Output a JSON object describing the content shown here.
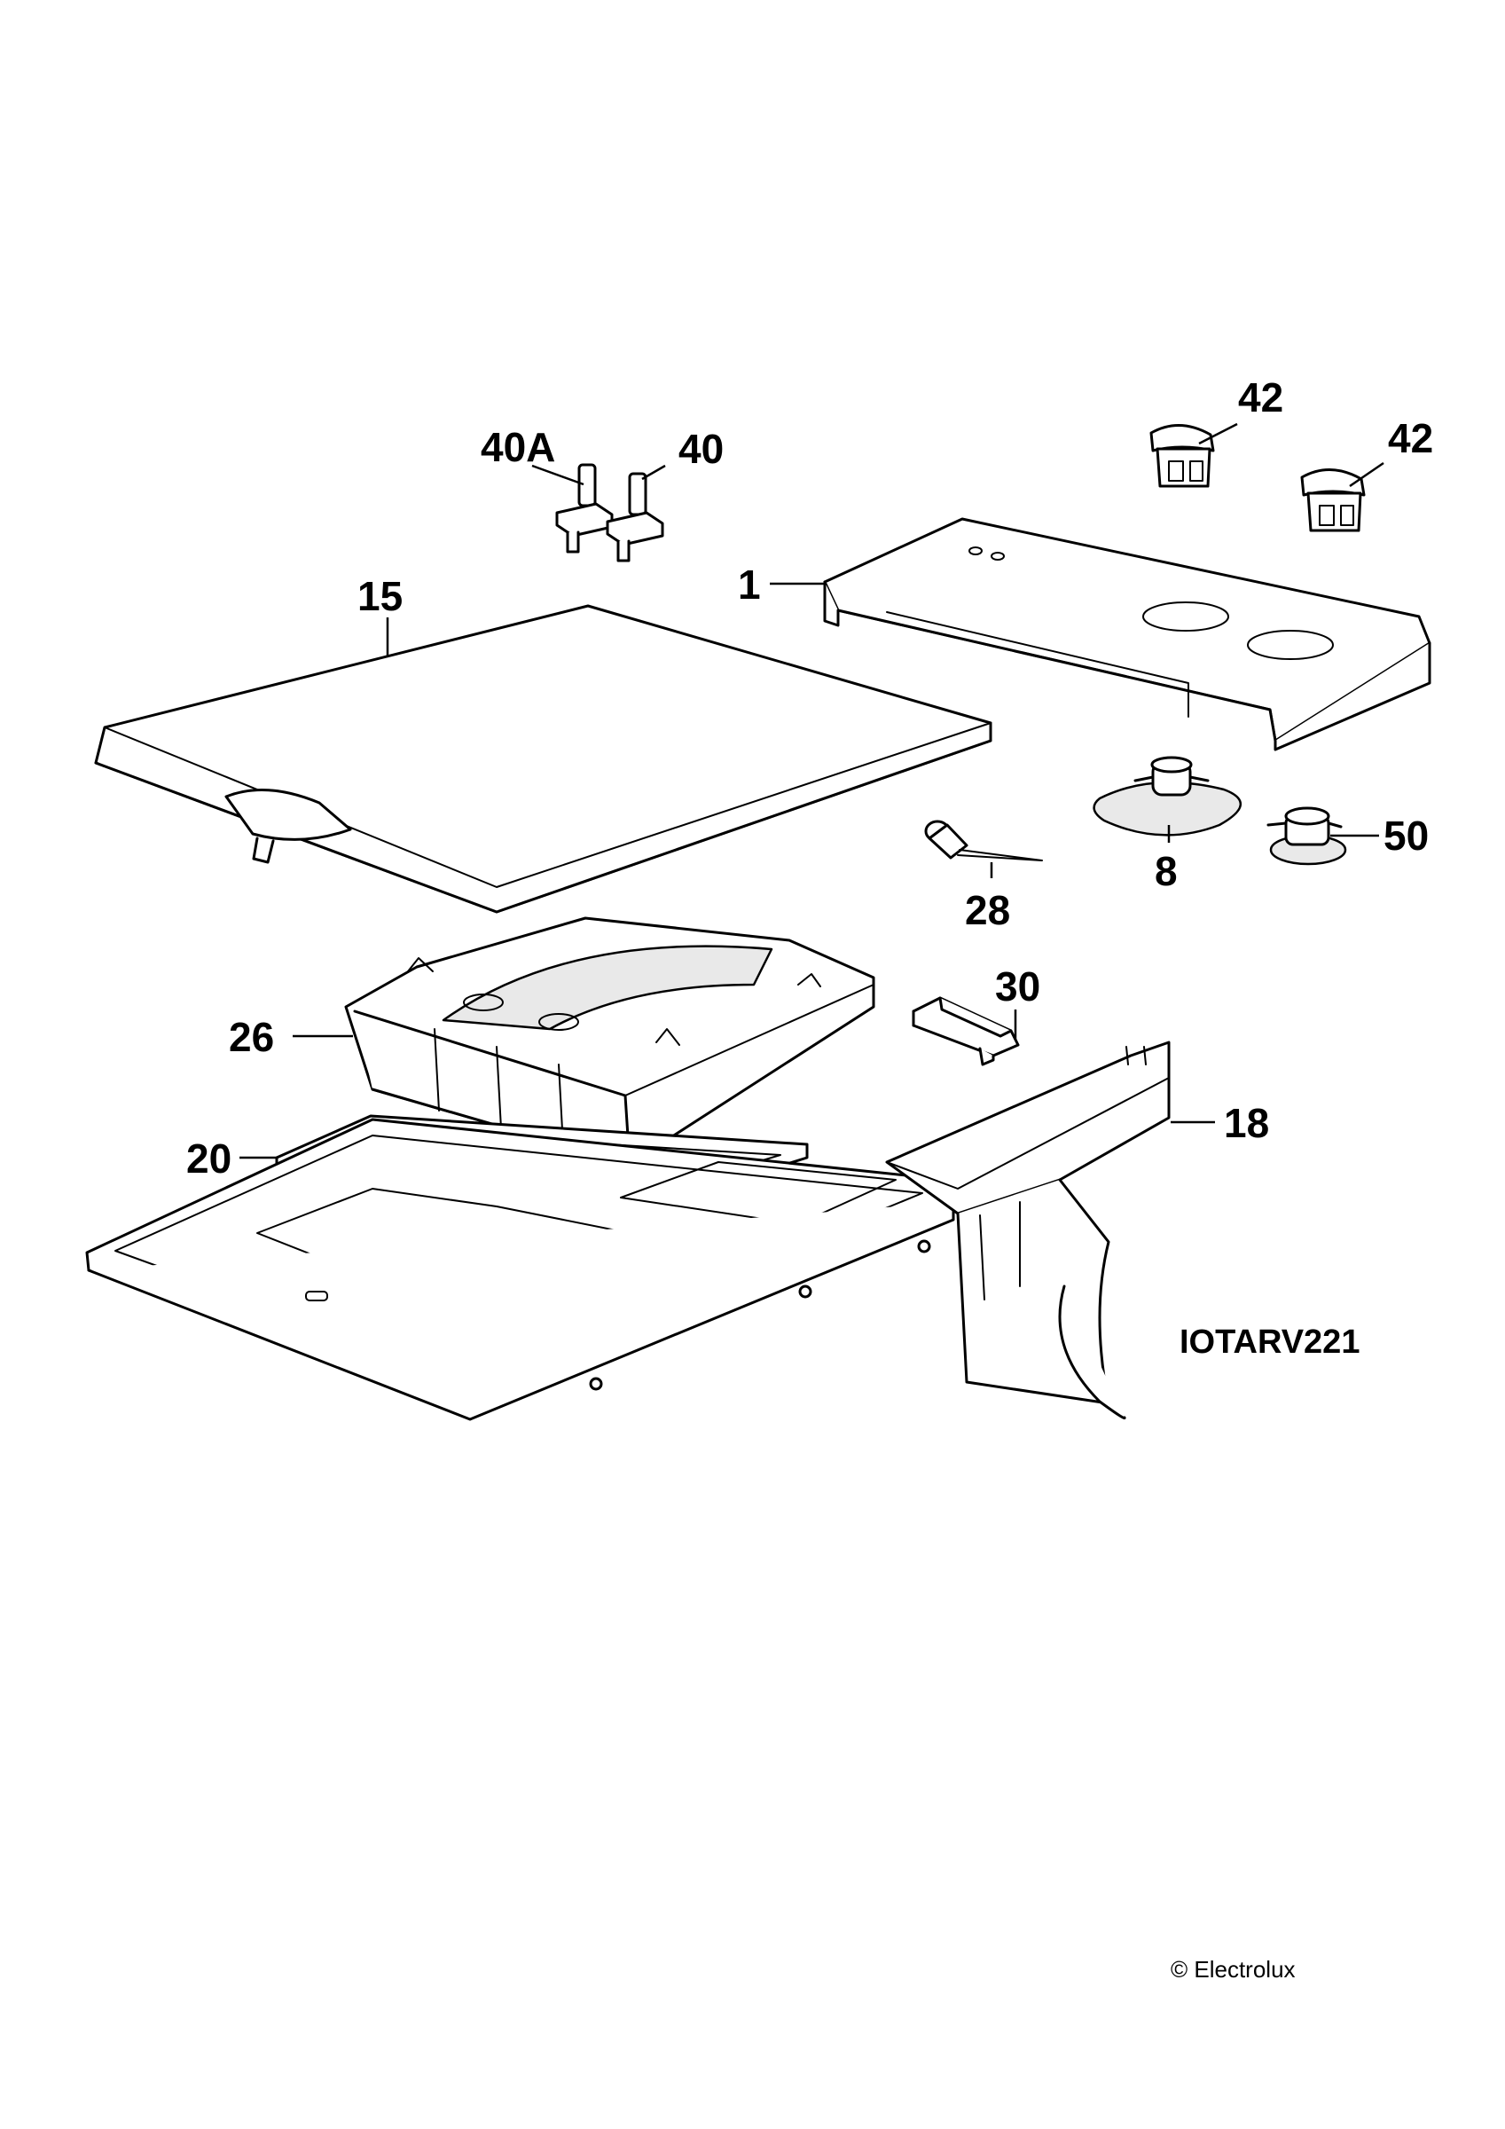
{
  "diagram": {
    "drawing_code": "IOTARV221",
    "copyright": "© Electrolux",
    "callouts": [
      "40A",
      "40",
      "42",
      "42",
      "1",
      "15",
      "28",
      "8",
      "50",
      "30",
      "26",
      "18",
      "20"
    ]
  }
}
